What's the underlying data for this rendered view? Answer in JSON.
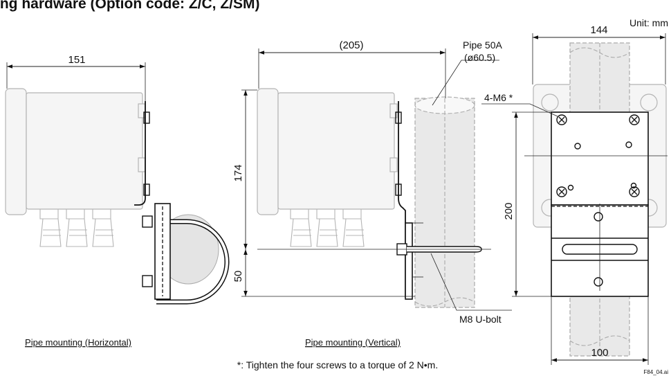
{
  "title": "ing hardware (Option code: Z/C, Z/SM)",
  "unit_label": "Unit: mm",
  "dimensions": {
    "horiz_width": "151",
    "vert_depth": "(205)",
    "vert_height": "174",
    "vert_offset": "50",
    "front_width": "144",
    "front_height": "200",
    "front_plate_width": "100"
  },
  "callouts": {
    "pipe": "Pipe 50A",
    "pipe_diameter": "(ø60.5)",
    "screws": "4-M6 *",
    "ubolt": "M8 U-bolt"
  },
  "captions": {
    "horizontal": "Pipe mounting (Horizontal)",
    "vertical": "Pipe mounting (Vertical)"
  },
  "footnote": "*: Tighten the four screws to a torque of 2 N•m.",
  "figure_id": "F84_04.ai"
}
